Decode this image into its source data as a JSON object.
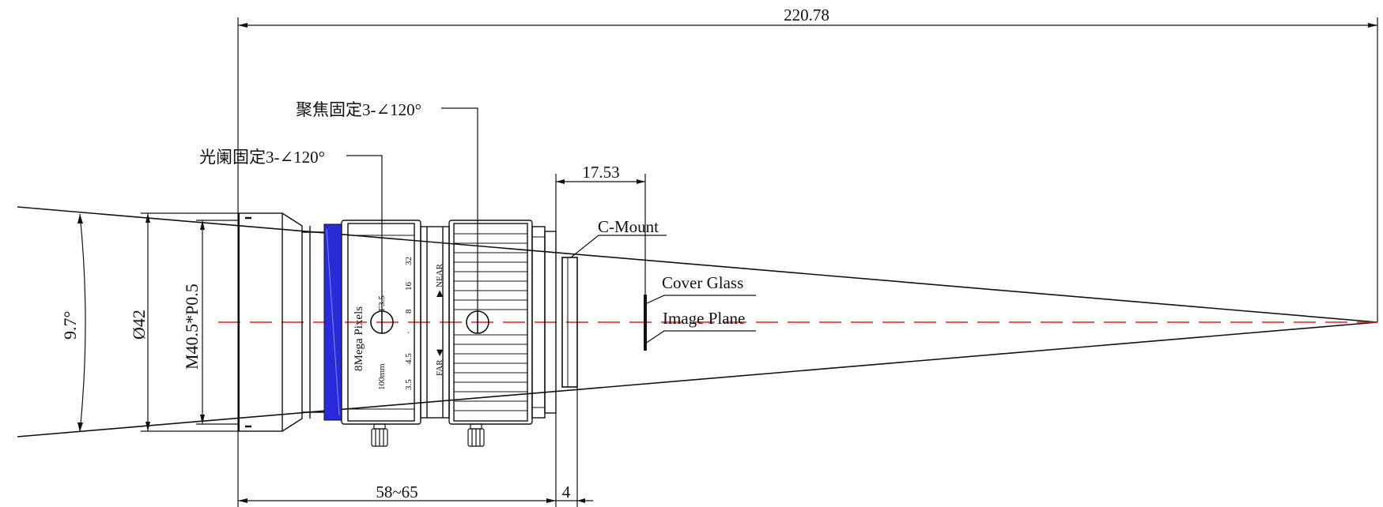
{
  "dimensions": {
    "total_length": "220.78",
    "back_focal": "17.53",
    "body_length": "58~65",
    "flange": "4",
    "field_angle": "9.7°",
    "diameter": "Ø42",
    "filter_thread": "M40.5*P0.5"
  },
  "callouts": {
    "focus_lock": "聚焦固定3-∠120°",
    "iris_lock": "光阑固定3-∠120°",
    "c_mount": "C-Mount",
    "cover_glass": "Cover Glass",
    "image_plane": "Image Plane"
  },
  "lens_markings": {
    "brand_text": "8Mega  Pixels",
    "spec_text": "100mm",
    "aperture_text": "F3.5",
    "near_text": "NEAR",
    "far_text": "FAR",
    "near_symbol": "▶",
    "far_symbol": "◀",
    "aperture_scale": [
      "3.5",
      "4.5",
      "·",
      "8",
      "16",
      "32"
    ]
  },
  "colors": {
    "line": "#111111",
    "axis": "#e02020",
    "filter_ring": "#2a2ad8"
  }
}
